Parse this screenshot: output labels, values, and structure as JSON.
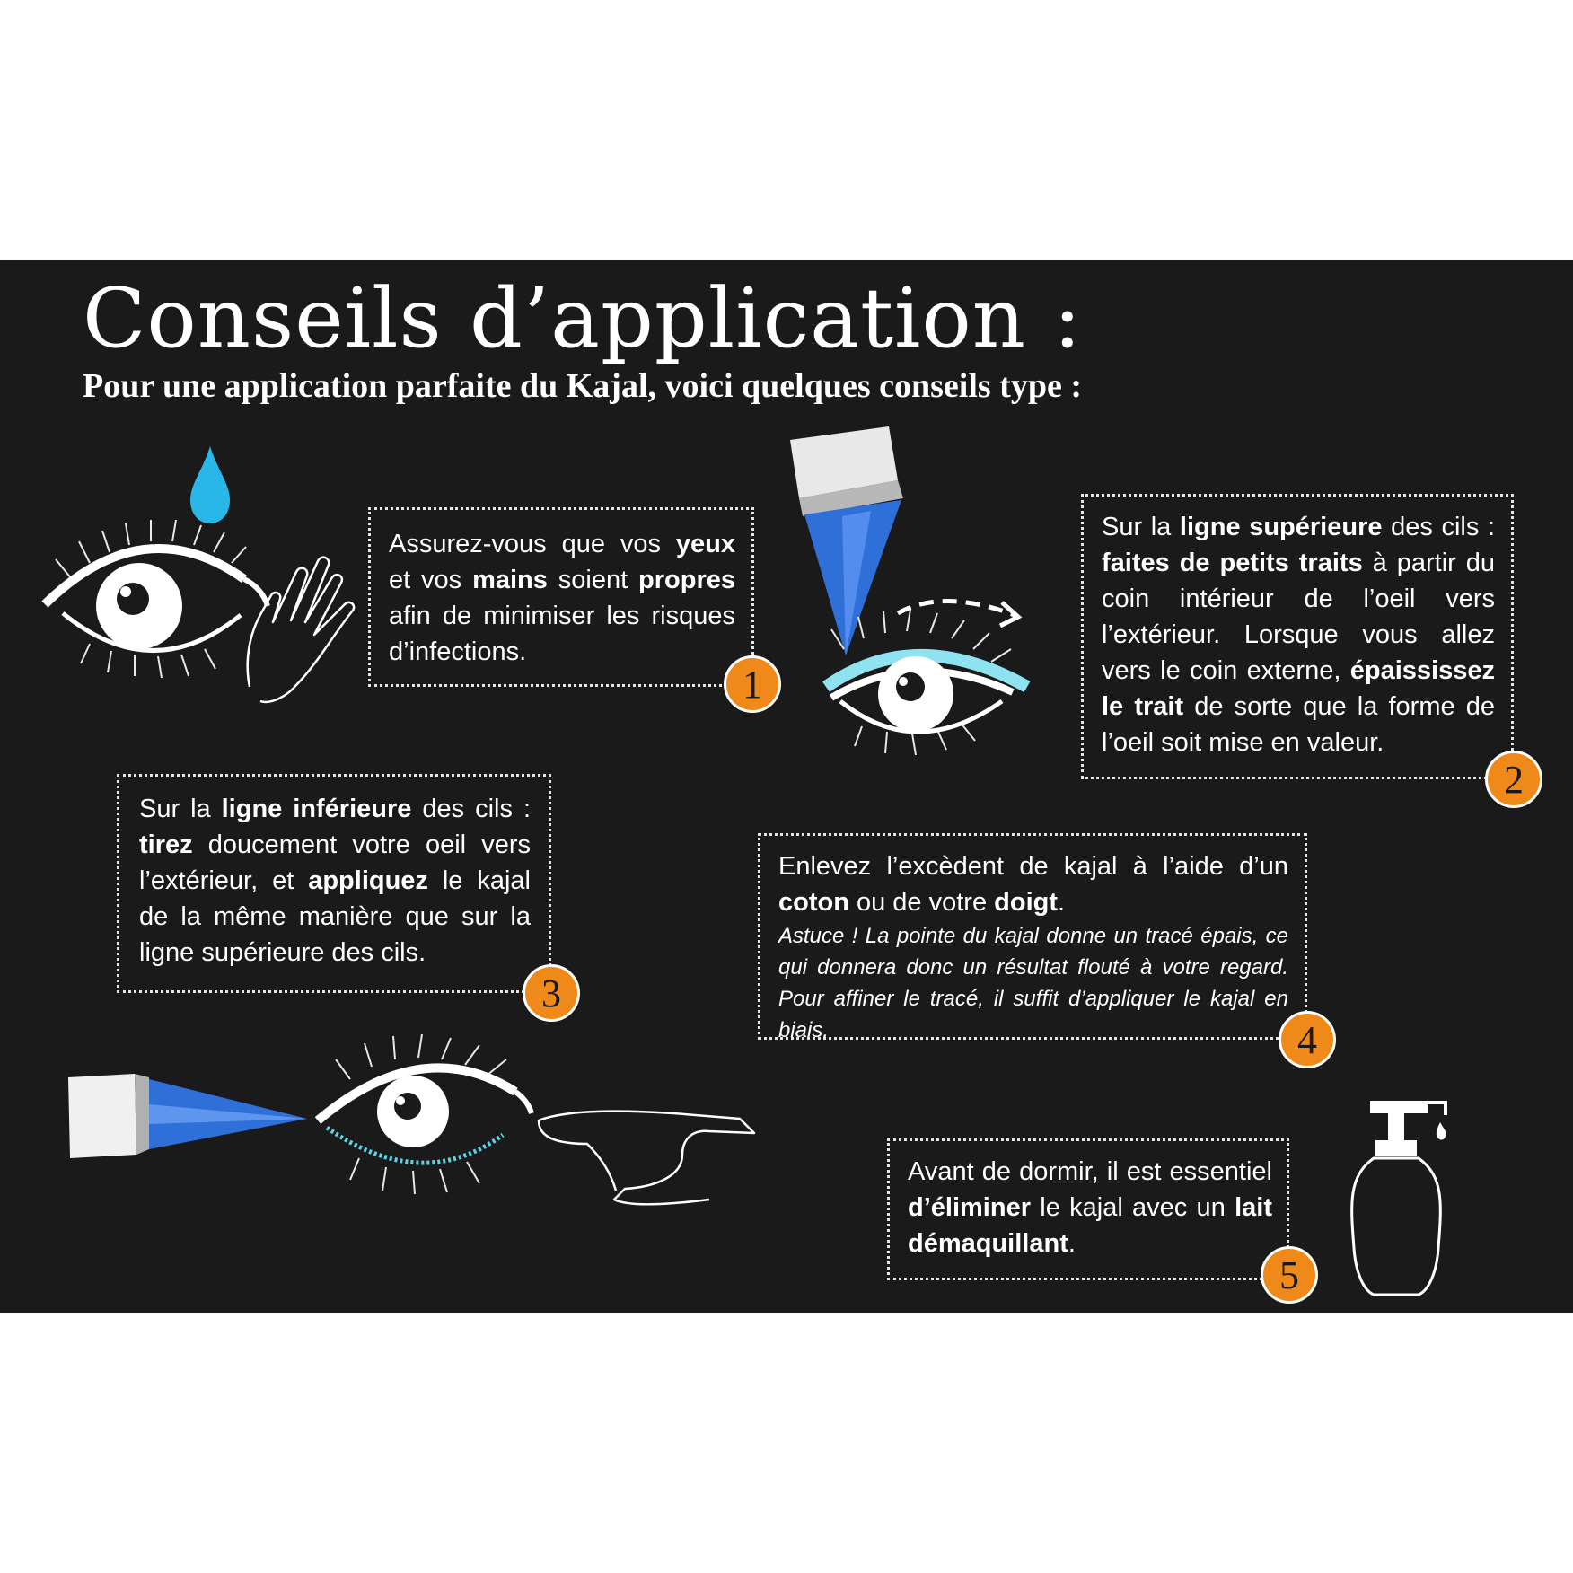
{
  "header": {
    "title": "Conseils d’application :",
    "subtitle": "Pour une application parfaite du Kajal, voici quelques conseils type :"
  },
  "tips": [
    {
      "number": "1",
      "segments": [
        {
          "text": "Assurez-vous que vos ",
          "bold": false
        },
        {
          "text": "yeux",
          "bold": true
        },
        {
          "text": " et vos ",
          "bold": false
        },
        {
          "text": "mains",
          "bold": true
        },
        {
          "text": " soient ",
          "bold": false
        },
        {
          "text": "propres",
          "bold": true
        },
        {
          "text": " afin de minimiser les risques d’infections.",
          "bold": false
        }
      ]
    },
    {
      "number": "2",
      "segments": [
        {
          "text": "Sur la ",
          "bold": false
        },
        {
          "text": "ligne supérieure",
          "bold": true
        },
        {
          "text": " des cils : ",
          "bold": false
        },
        {
          "text": "faites de petits traits",
          "bold": true
        },
        {
          "text": " à partir du coin intérieur de l’oeil vers l’extérieur. Lorsque vous allez vers le coin externe, ",
          "bold": false
        },
        {
          "text": "épaississez le trait",
          "bold": true
        },
        {
          "text": " de sorte que la forme de l’oeil soit mise en valeur.",
          "bold": false
        }
      ]
    },
    {
      "number": "3",
      "segments": [
        {
          "text": "Sur la ",
          "bold": false
        },
        {
          "text": "ligne inférieure",
          "bold": true
        },
        {
          "text": " des cils : ",
          "bold": false
        },
        {
          "text": "tirez",
          "bold": true
        },
        {
          "text": " doucement votre oeil vers l’extérieur, et ",
          "bold": false
        },
        {
          "text": "appliquez",
          "bold": true
        },
        {
          "text": " le kajal de la même manière que sur la ligne supérieure des cils.",
          "bold": false
        }
      ]
    },
    {
      "number": "4",
      "segments": [
        {
          "text": "Enlevez l’excèdent de kajal à l’aide d’un ",
          "bold": false
        },
        {
          "text": "coton",
          "bold": true
        },
        {
          "text": " ou de votre ",
          "bold": false
        },
        {
          "text": "doigt",
          "bold": true
        },
        {
          "text": ".",
          "bold": false
        }
      ],
      "note": "Astuce ! La pointe du kajal donne un tracé épais, ce qui donnera donc un résultat flouté à votre regard. Pour affiner le tracé, il suffit d’appliquer le kajal en biais."
    },
    {
      "number": "5",
      "segments": [
        {
          "text": "Avant de dormir, il est essentiel ",
          "bold": false
        },
        {
          "text": "d’éliminer",
          "bold": true
        },
        {
          "text": " le kajal avec un ",
          "bold": false
        },
        {
          "text": "lait démaquillant",
          "bold": true
        },
        {
          "text": ".",
          "bold": false
        }
      ]
    }
  ],
  "illustrations": {
    "eye_clean": {
      "icons": [
        "water-drop-icon",
        "eye-icon",
        "hand-icon"
      ],
      "drop_color": "#29b6e8"
    },
    "eye_upper": {
      "icons": [
        "kajal-pencil-icon",
        "eye-icon",
        "arrow-icon"
      ],
      "liner_color": "#8fe3f0"
    },
    "eye_lower": {
      "icons": [
        "kajal-pencil-icon",
        "eye-icon",
        "finger-icon"
      ],
      "liner_color": "#5ad4e6"
    },
    "remover": {
      "icons": [
        "lotion-bottle-icon"
      ]
    }
  },
  "colors": {
    "background": "#1a1a1a",
    "badge": "#ef8a1a",
    "text": "#ffffff",
    "pencil_blue": "#2f6fd8",
    "liner_cyan": "#7fe0ee"
  }
}
